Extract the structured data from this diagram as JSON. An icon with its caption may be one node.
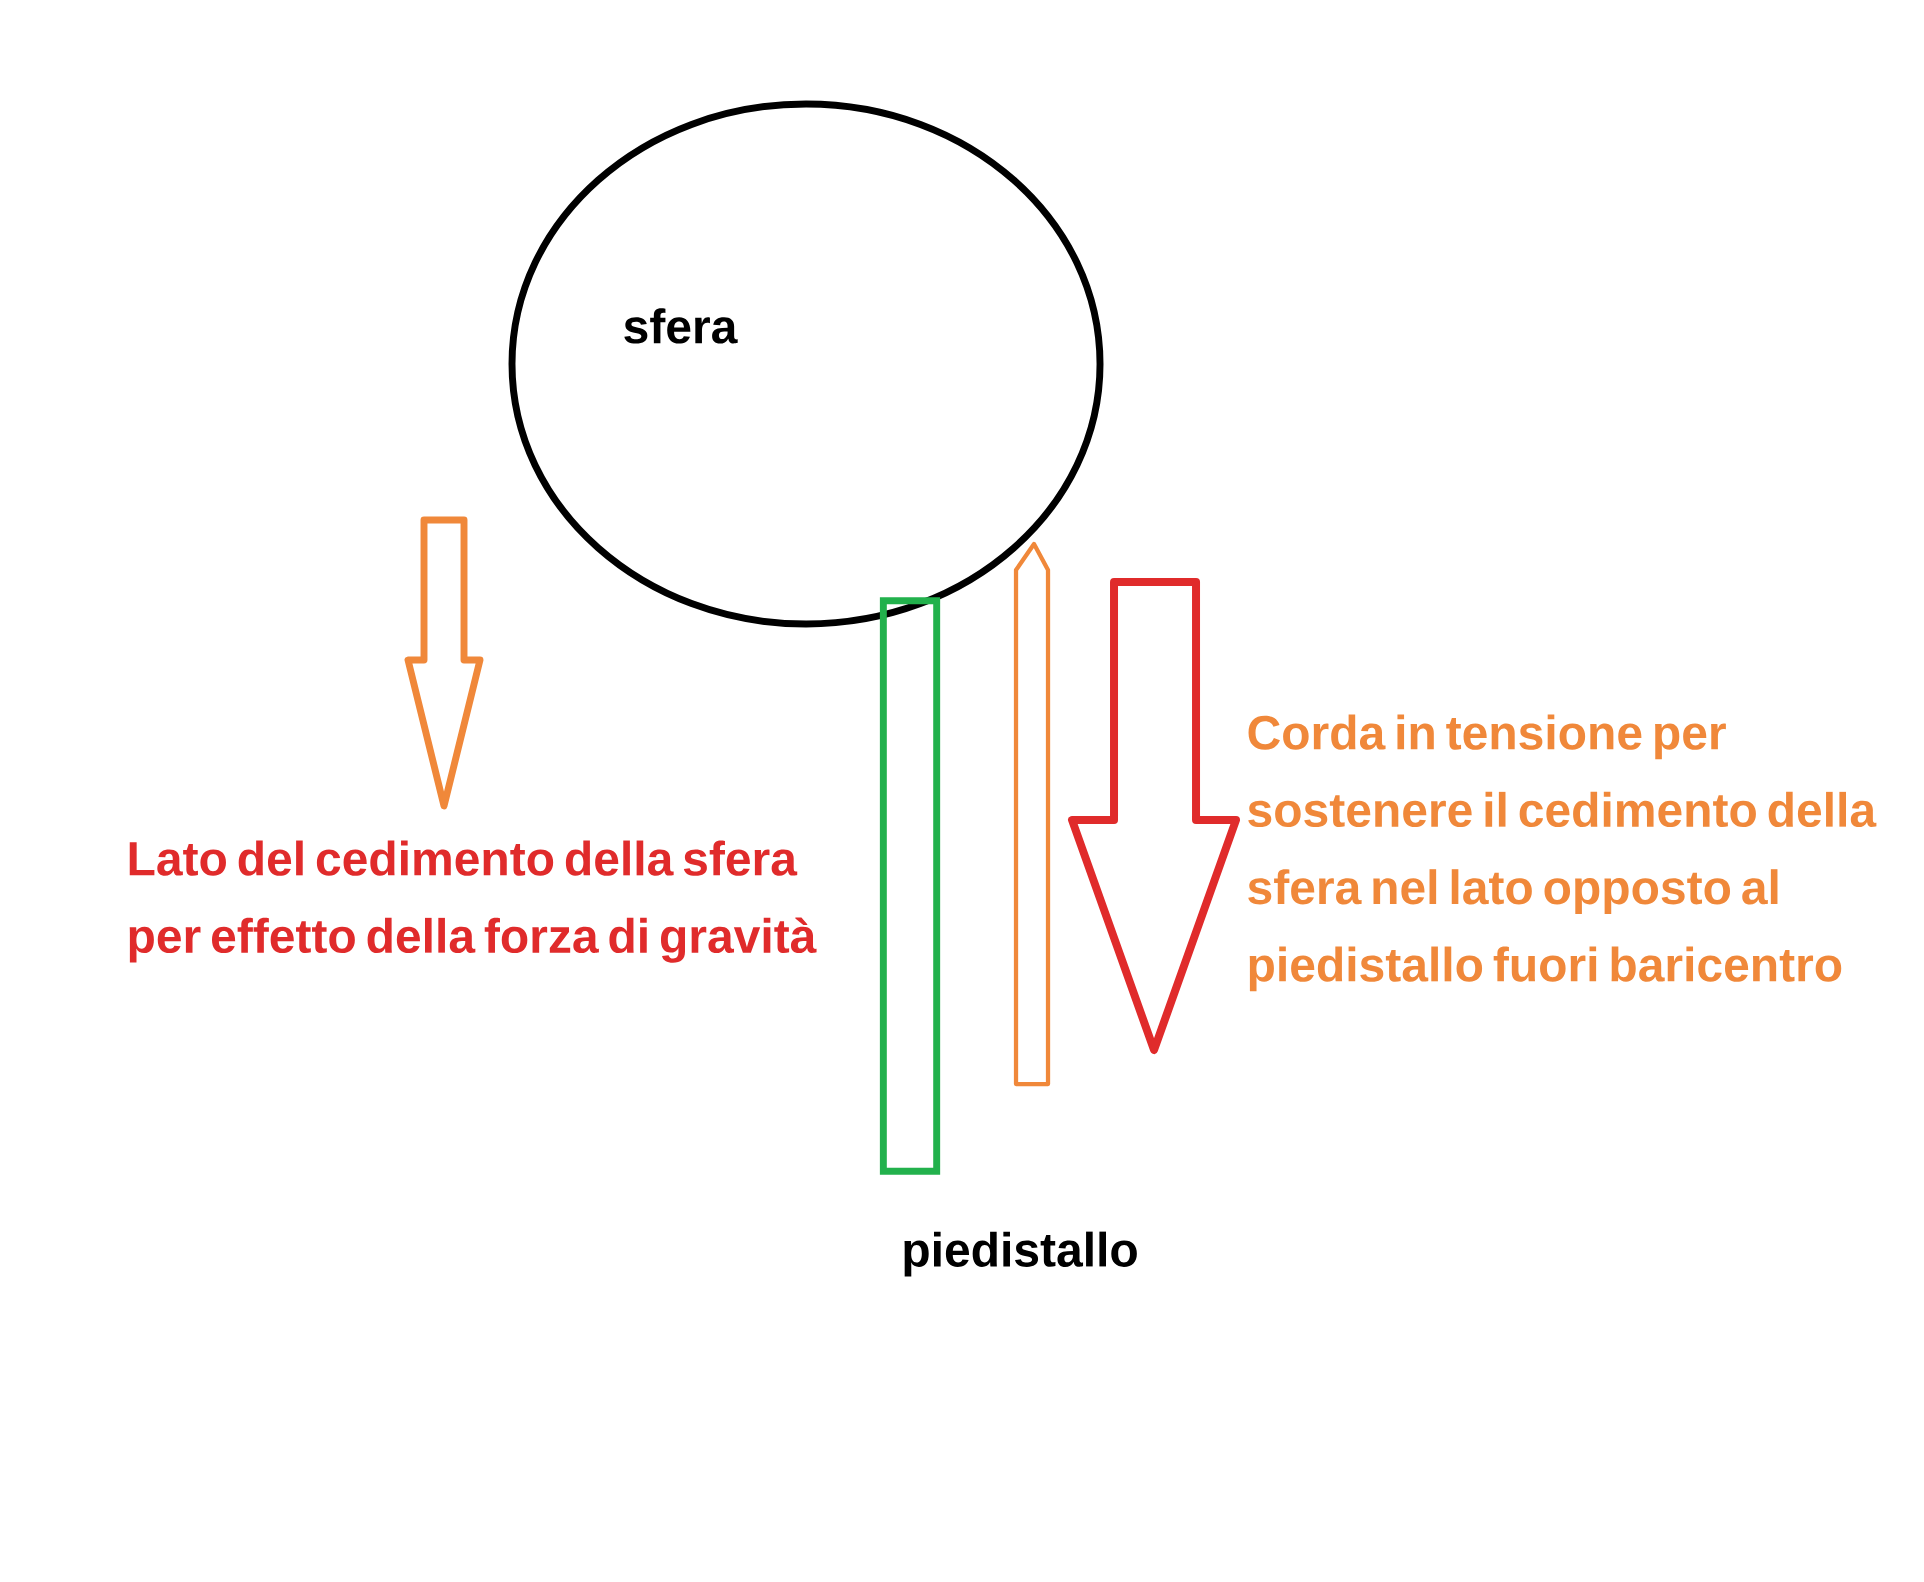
{
  "diagram": {
    "nodes": [
      {
        "text": [
          "sfera"
        ]
      },
      {
        "text": [
          "piedistallo"
        ]
      },
      {
        "text": [],
        "shape": "bar"
      }
    ],
    "labels": [
      "Lato del cedimento della sfera per effetto della forza di gravità",
      "Corda in tensione per sostenere il cedimento della sfera nel lato opposto al piedistallo fuori baricentro"
    ]
  }
}
